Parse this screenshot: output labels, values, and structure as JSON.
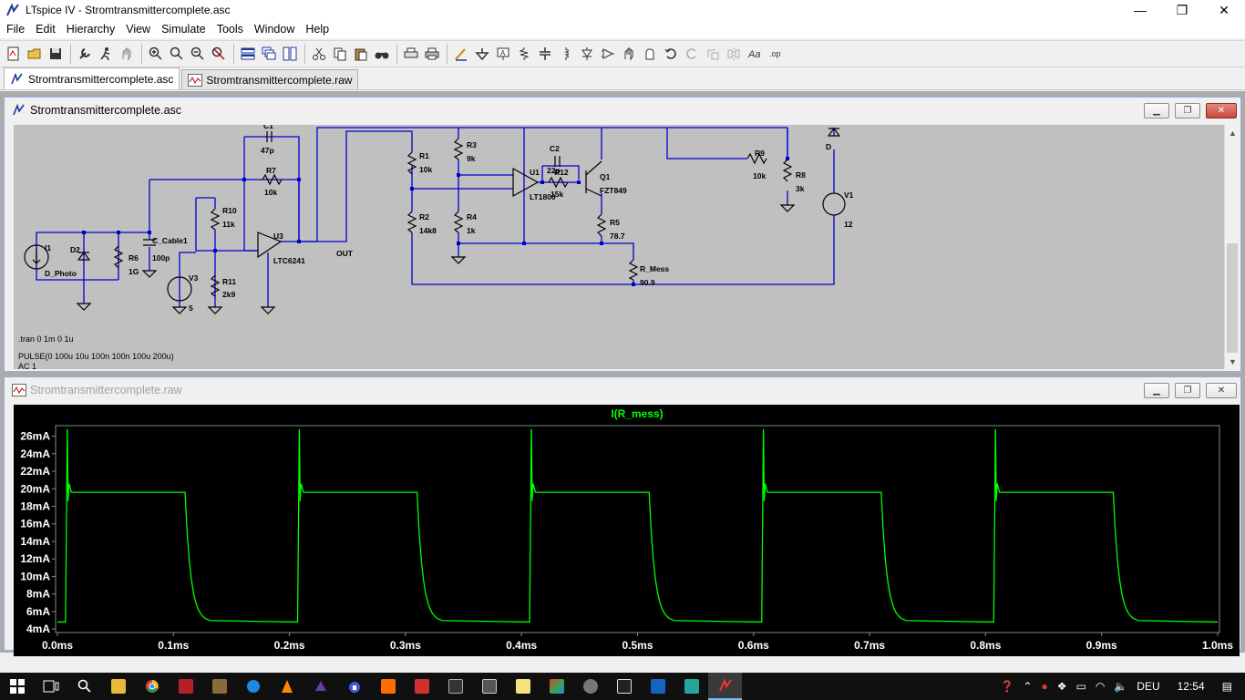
{
  "window": {
    "title": "LTspice IV - Stromtransmittercomplete.asc",
    "minimize": "—",
    "maximize": "❐",
    "close": "✕"
  },
  "menu": [
    "File",
    "Edit",
    "Hierarchy",
    "View",
    "Simulate",
    "Tools",
    "Window",
    "Help"
  ],
  "toolbar_icons": [
    "new-schematic-icon",
    "open-icon",
    "save-icon",
    "control-panel-icon",
    "run-icon",
    "halt-icon",
    "zoom-in-icon",
    "zoom-pan-icon",
    "zoom-out-icon",
    "zoom-fit-icon",
    "tile-horizontal-icon",
    "cascade-icon",
    "tile-vertical-icon",
    "cut-icon",
    "copy-icon",
    "paste-icon",
    "find-icon",
    "print-setup-icon",
    "print-icon",
    "draw-wire-icon",
    "ground-icon",
    "label-net-icon",
    "resistor-icon",
    "capacitor-icon",
    "inductor-icon",
    "diode-icon",
    "component-icon",
    "move-icon",
    "drag-icon",
    "undo-icon",
    "redo-icon",
    "rotate-icon",
    "mirror-icon",
    "text-icon",
    "spice-directive-icon"
  ],
  "tabs": [
    {
      "label": "Stromtransmittercomplete.asc",
      "icon": "schematic-icon",
      "active": true
    },
    {
      "label": "Stromtransmittercomplete.raw",
      "icon": "waveform-icon",
      "active": false
    }
  ],
  "schematic_window": {
    "title": "Stromtransmittercomplete.asc",
    "labels": {
      "C1": "C1",
      "C1v": "47p",
      "R7": "R7",
      "R7v": "10k",
      "R10": "R10",
      "R10v": "11k",
      "U3": "U3",
      "U3v": "LTC6241",
      "OUT": "OUT",
      "R11": "R11",
      "R11v": "2k9",
      "V3": "V3",
      "V3v": "5",
      "I1": "I1",
      "I1v": "D_Photo",
      "D2": "D2",
      "R6": "R6",
      "R6v": "1G",
      "Cc": "C_Cable1",
      "Ccv": "100p",
      "R1": "R1",
      "R1v": "10k",
      "R2": "R2",
      "R2v": "14k8",
      "R3": "R3",
      "R3v": "9k",
      "R4": "R4",
      "R4v": "1k",
      "U1": "U1",
      "U1v": "LT1800",
      "C2": "C2",
      "C2v": "22p",
      "R12": "R12",
      "R12v": "15k",
      "Q1": "Q1",
      "Q1v": "FZT849",
      "R5": "R5",
      "R5v": "78.7",
      "Rm": "R_Mess",
      "Rmv": "90.9",
      "R9": "R9",
      "R9v": "10k",
      "R8": "R8",
      "R8v": "3k",
      "D": "D",
      "V1": "V1",
      "V1v": "12"
    },
    "directives": [
      ".tran 0 1m 0 1u",
      "PULSE(0 100u 10u 100n 100n 100u 200u)",
      "AC 1"
    ]
  },
  "waveform_window": {
    "title": "Stromtransmittercomplete.raw",
    "trace_color": "#00ff00"
  },
  "chart_data": {
    "type": "line",
    "title": "",
    "series": [
      {
        "name": "I(R_mess)",
        "color": "#00ff00"
      }
    ],
    "xlabel": "",
    "ylabel": "",
    "x_ticks": [
      "0.0ms",
      "0.1ms",
      "0.2ms",
      "0.3ms",
      "0.4ms",
      "0.5ms",
      "0.6ms",
      "0.7ms",
      "0.8ms",
      "0.9ms",
      "1.0ms"
    ],
    "y_ticks": [
      "4mA",
      "6mA",
      "8mA",
      "10mA",
      "12mA",
      "14mA",
      "16mA",
      "18mA",
      "20mA",
      "22mA",
      "24mA",
      "26mA"
    ],
    "xlim": [
      0,
      1.0
    ],
    "ylim": [
      4,
      26
    ],
    "low_level_mA": 4.8,
    "high_level_mA": 19.6,
    "peak_mA": 26.8,
    "rise_times_ms": [
      0.01,
      0.21,
      0.41,
      0.61,
      0.81
    ],
    "fall_times_ms": [
      0.11,
      0.31,
      0.51,
      0.71,
      0.91
    ],
    "grid": false
  },
  "taskbar": {
    "tray_lang": "DEU",
    "clock": "12:54"
  }
}
